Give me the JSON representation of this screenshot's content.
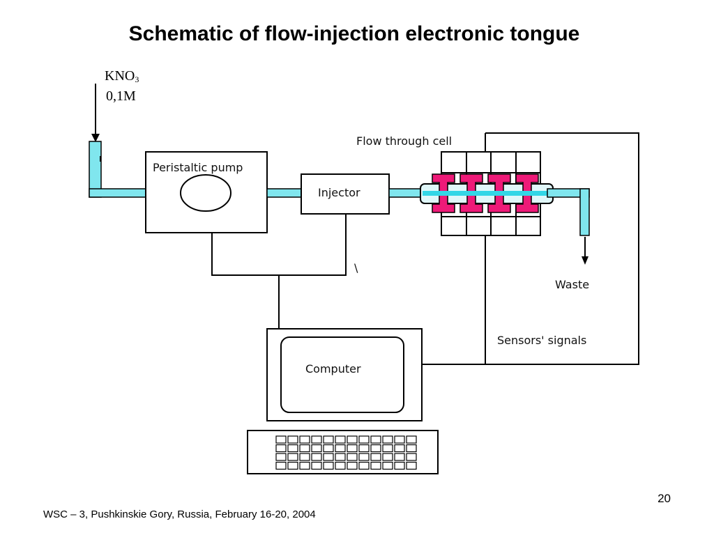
{
  "slide": {
    "title": "Schematic of flow-injection electronic tongue",
    "page_number": "20",
    "footer": "WSC – 3, Pushkinskie Gory, Russia, February 16-20, 2004"
  },
  "diagram": {
    "reagent_formula_main": "KNO",
    "reagent_formula_sub": "3",
    "reagent_concentration": "0,1M",
    "pump_label": "Peristaltic pump",
    "injector_label": "Injector",
    "cell_label": "Flow through cell",
    "waste_label": "Waste",
    "signals_label": "Sensors' signals",
    "computer_label": "Computer",
    "backslash_mark": "\\",
    "colors": {
      "tube": "#80e6ee",
      "tube_core": "#33d6e6",
      "sensor": "#ee1a78",
      "line": "#000000"
    }
  }
}
